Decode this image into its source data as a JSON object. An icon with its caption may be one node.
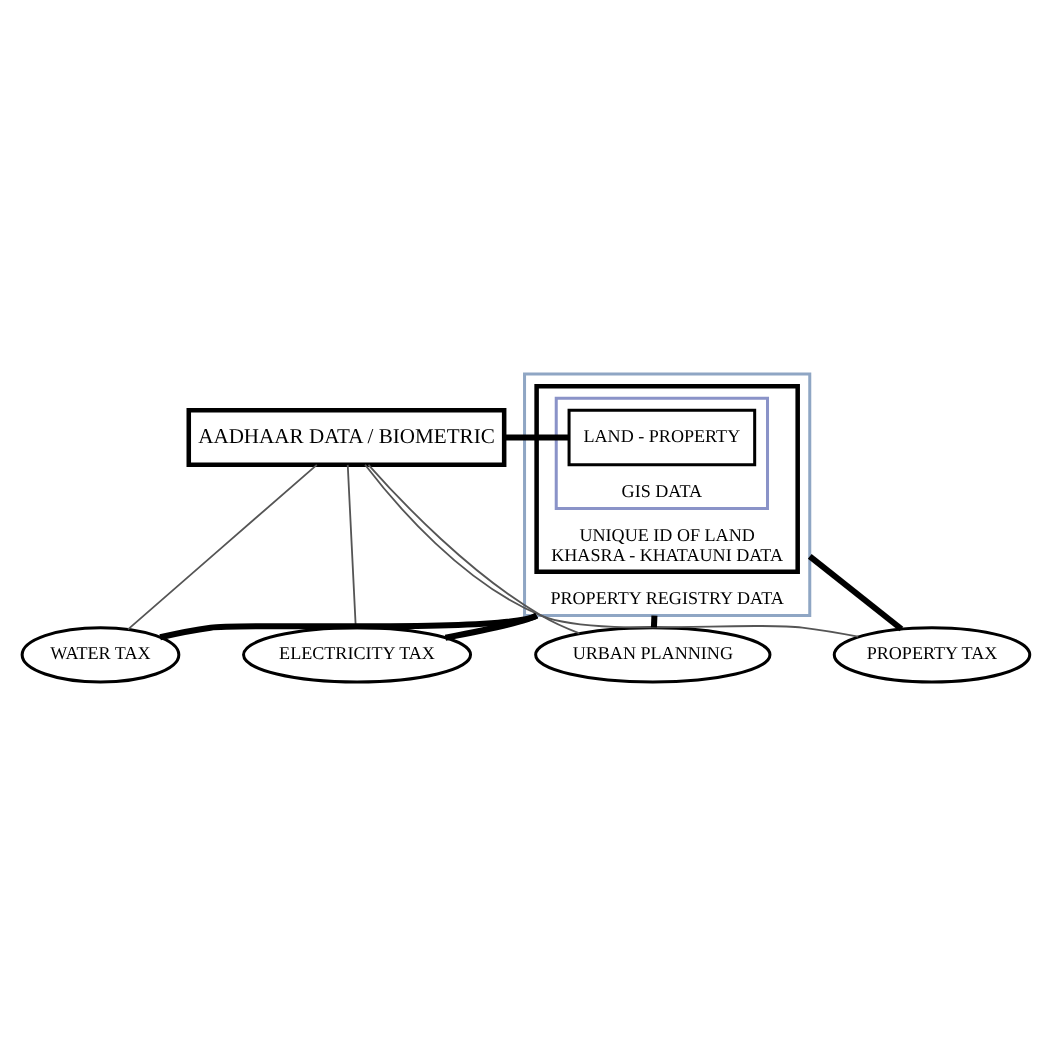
{
  "diagram": {
    "nodes": [
      {
        "text": [
          "AADHAAR DATA / BIOMETRIC"
        ]
      },
      {
        "text": [
          "PROPERTY REGISTRY DATA"
        ]
      },
      {
        "text": [
          "UNIQUE ID OF LAND",
          "KHASRA - KHATAUNI DATA"
        ],
        "in": 1
      },
      {
        "text": [
          "GIS DATA"
        ],
        "in": 2
      },
      {
        "text": [
          "LAND - PROPERTY"
        ],
        "in": 3
      },
      {
        "text": [
          "URBAN PLANNING"
        ]
      },
      {
        "text": [
          "PROPERTY TAX"
        ]
      },
      {
        "text": [
          "WATER TAX"
        ]
      },
      {
        "text": [
          "ELECTRICITY TAX"
        ]
      }
    ],
    "edges": [
      {
        "from": 0,
        "to": 4,
        "arrow": "none"
      },
      {
        "from": 1,
        "to": 5,
        "arrow": "none"
      },
      {
        "from": 1,
        "to": 6,
        "arrow": "none"
      },
      {
        "from": 1,
        "to": 7,
        "arrow": "none"
      },
      {
        "from": 1,
        "to": 8,
        "arrow": "none"
      },
      {
        "from": 0,
        "to": 5,
        "arrow": "none",
        "color": "#555555"
      },
      {
        "from": 0,
        "to": 6,
        "arrow": "none",
        "color": "#555555"
      },
      {
        "from": 0,
        "to": 7,
        "arrow": "none",
        "color": "#555555"
      },
      {
        "from": 0,
        "to": 8,
        "arrow": "none",
        "color": "#555555"
      }
    ]
  }
}
